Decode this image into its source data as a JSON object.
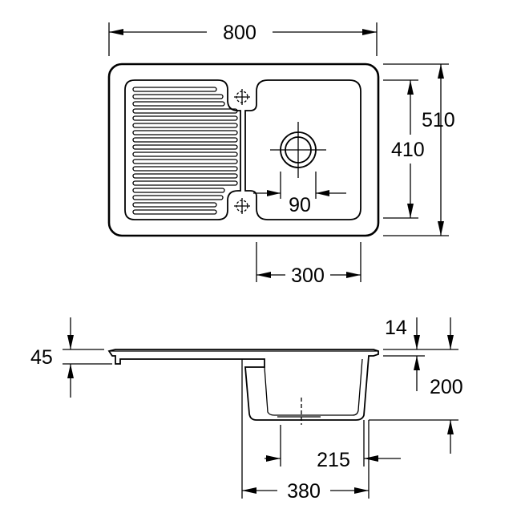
{
  "top_view": {
    "overall_width": "800",
    "overall_depth": "510",
    "bowl_depth": "410",
    "drain_offset": "90",
    "bowl_width": "300"
  },
  "side_view": {
    "rim_height": "14",
    "bowl_depth": "200",
    "bowl_offset": "45",
    "bottom_width": "215",
    "top_width": "380"
  },
  "icons": {
    "tap_hole_marker": "crosshair-circle",
    "drain": "concentric-circles"
  }
}
